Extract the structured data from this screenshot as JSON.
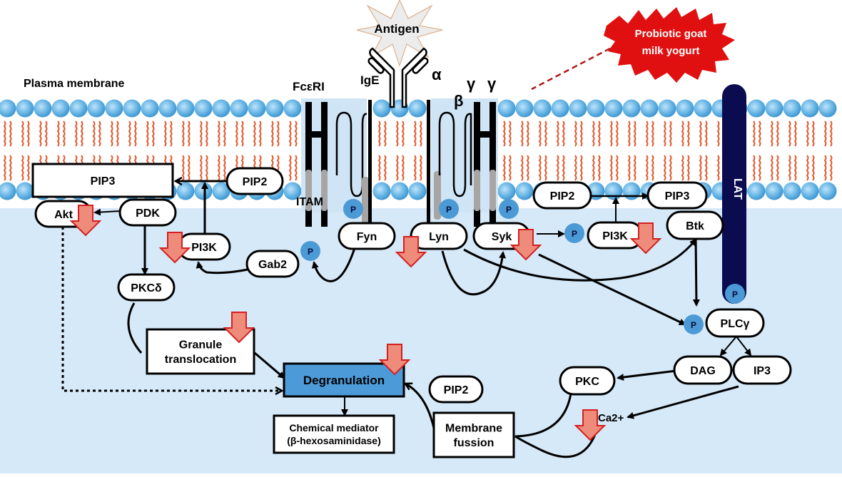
{
  "title": "Mast cell FcεRI signaling pathway inhibited by probiotic goat milk yogurt",
  "labels": {
    "plasma_membrane": "Plasma membrane",
    "antigen": "Antigen",
    "ige": "IgE",
    "fceri": "FcεRI",
    "alpha": "α",
    "beta": "β",
    "gamma1": "γ",
    "gamma2": "γ",
    "itam": "ITAM",
    "lat": "LAT",
    "treatment_line1": "Probiotic goat",
    "treatment_line2": "milk yogurt",
    "phospho": "P"
  },
  "nodes": {
    "pip3_left": "PIP3",
    "pip2_left": "PIP2",
    "akt": "Akt",
    "pdk": "PDK",
    "pi3k_left": "PI3K",
    "gab2": "Gab2",
    "pkc_delta": "PKCδ",
    "fyn": "Fyn",
    "lyn": "Lyn",
    "syk": "Syk",
    "pip2_right": "PIP2",
    "pip3_right": "PIP3",
    "pi3k_right": "PI3K",
    "btk": "Btk",
    "plcg": "PLCγ",
    "dag": "DAG",
    "ip3": "IP3",
    "pkc": "PKC",
    "ca2": "Ca2+",
    "pip2_bottom": "PIP2",
    "granule_line1": "Granule",
    "granule_line2": "translocation",
    "degranulation": "Degranulation",
    "mediator_line1": "Chemical mediator",
    "mediator_line2": "(β-hexosaminidase)",
    "membrane_fusion_line1": "Membrane",
    "membrane_fusion_line2": "fussion"
  },
  "downregulated": [
    "Akt",
    "PI3K (left)",
    "Lyn",
    "Syk",
    "PI3K (right)",
    "Granule translocation",
    "Degranulation",
    "Ca2+"
  ],
  "colors": {
    "cytoplasm": "#d6e9f8",
    "lipid_head": "#5aaee0",
    "lipid_tail": "#e2572b",
    "phospho": "#4b9ad6",
    "lat": "#0b0b4f",
    "down_arrow_fill": "#ef8b7a",
    "down_arrow_stroke": "#d42020",
    "treatment_burst": "#e01010",
    "degranulation_fill": "#4c9ad8",
    "receptor_bg": "#cfe4f5",
    "itam": "#a8a6a4"
  }
}
